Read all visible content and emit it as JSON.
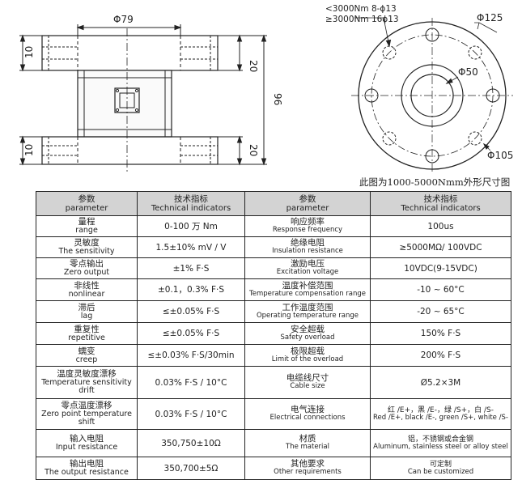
{
  "drawing": {
    "front": {
      "diameter_label": "Φ79",
      "flange_thickness": "10",
      "flange_height": "20",
      "total_height": "96",
      "bottom_flange_height": "20",
      "bottom_flange_thickness": "10"
    },
    "top_view": {
      "note_low": "<3000Nm 8-ϕ13",
      "note_high": "≥3000Nm 16ϕ13",
      "outer_diameter": "Φ125",
      "inner_diameter": "Φ50",
      "pcd_diameter": "Φ105"
    },
    "caption": "此图为1000-5000Nmm外形尺寸图"
  },
  "table": {
    "headers": [
      {
        "zh": "参数",
        "en": "parameter"
      },
      {
        "zh": "技术指标",
        "en": "Technical indicators"
      },
      {
        "zh": "参数",
        "en": "parameter"
      },
      {
        "zh": "技术指标",
        "en": "Technical indicators"
      }
    ],
    "rows": [
      {
        "p1_zh": "量程",
        "p1_en": "range",
        "v1": "0-100 万 Nm",
        "p2_zh": "响应频率",
        "p2_en": "Response frequency",
        "v2": "100us"
      },
      {
        "p1_zh": "灵敏度",
        "p1_en": "The sensitivity",
        "v1": "1.5±10% mV / V",
        "p2_zh": "绝缘电阻",
        "p2_en": "Insulation resistance",
        "v2": "≥5000MΩ/ 100VDC"
      },
      {
        "p1_zh": "零点输出",
        "p1_en": "Zero output",
        "v1": "±1% F·S",
        "p2_zh": "激励电压",
        "p2_en": "Excitation voltage",
        "v2": "10VDC(9-15VDC)"
      },
      {
        "p1_zh": "非线性",
        "p1_en": "nonlinear",
        "v1": "±0.1，0.3% F·S",
        "p2_zh": "温度补偿范围",
        "p2_en": "Temperature compensation range",
        "v2": "-10 ~ 60°C"
      },
      {
        "p1_zh": "滞后",
        "p1_en": "lag",
        "v1": "≤±0.05% F·S",
        "p2_zh": "工作温度范围",
        "p2_en": "Operating temperature range",
        "v2": "-20 ~ 65°C"
      },
      {
        "p1_zh": "重复性",
        "p1_en": "repetitive",
        "v1": "≤±0.05% F·S",
        "p2_zh": "安全超载",
        "p2_en": "Safety overload",
        "v2": "150% F·S"
      },
      {
        "p1_zh": "蠕变",
        "p1_en": "creep",
        "v1": "≤±0.03% F·S/30min",
        "p2_zh": "极限超载",
        "p2_en": "Limit of the overload",
        "v2": "200% F·S"
      },
      {
        "p1_zh": "温度灵敏度漂移",
        "p1_en": "Temperature sensitivity drift",
        "v1": "0.03% F·S / 10°C",
        "p2_zh": "电缆线尺寸",
        "p2_en": "Cable size",
        "v2": "Ø5.2×3M"
      },
      {
        "p1_zh": "零点温度漂移",
        "p1_en": "Zero point temperature shift",
        "v1": "0.03% F·S / 10°C",
        "p2_zh": "电气连接",
        "p2_en": "Electrical connections",
        "v2": "红 /E+，黑 /E-，绿 /S+，白 /S-",
        "v2_en": "Red /E+, black /E-, green /S+, white /S-"
      },
      {
        "p1_zh": "输入电阻",
        "p1_en": "Input resistance",
        "v1": "350,750±10Ω",
        "p2_zh": "材质",
        "p2_en": "The material",
        "v2": "铝，不锈钢或合金钢",
        "v2_en": "Aluminum, stainless steel or alloy steel"
      },
      {
        "p1_zh": "输出电阻",
        "p1_en": "The output resistance",
        "v1": "350,700±5Ω",
        "p2_zh": "其他要求",
        "p2_en": "Other requirements",
        "v2": "可定制",
        "v2_en": "Can be customized"
      }
    ]
  }
}
